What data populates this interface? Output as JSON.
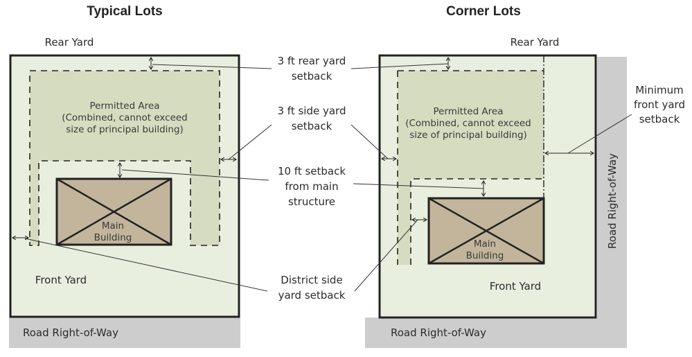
{
  "titles": {
    "typical": "Typical Lots",
    "corner": "Corner Lots"
  },
  "typical": {
    "rear_yard": "Rear Yard",
    "front_yard": "Front Yard",
    "road": "Road Right-of-Way",
    "permitted": [
      "Permitted Area",
      "(Combined, cannot exceed",
      "size of principal building)"
    ],
    "building": [
      "Main",
      "Building"
    ]
  },
  "corner": {
    "rear_yard": "Rear Yard",
    "front_yard": "Front Yard",
    "road_bottom": "Road Right-of-Way",
    "road_side": "Road Right-of-Way",
    "permitted": [
      "Permitted Area",
      "(Combined, cannot exceed",
      "size of principal building)"
    ],
    "building": [
      "Main",
      "Building"
    ],
    "min_front": [
      "Minimum",
      "front yard",
      "setback"
    ]
  },
  "callouts": {
    "rear": [
      "3 ft rear yard",
      "setback"
    ],
    "side": [
      "3 ft side yard",
      "setback"
    ],
    "main": [
      "10 ft setback",
      "from main",
      "structure"
    ],
    "district": [
      "District side",
      "yard setback"
    ]
  },
  "colors": {
    "yard": "#e9efdf",
    "permitted": "#d6dcc0",
    "building": "#c2b59b",
    "road": "#cdcdcd"
  }
}
